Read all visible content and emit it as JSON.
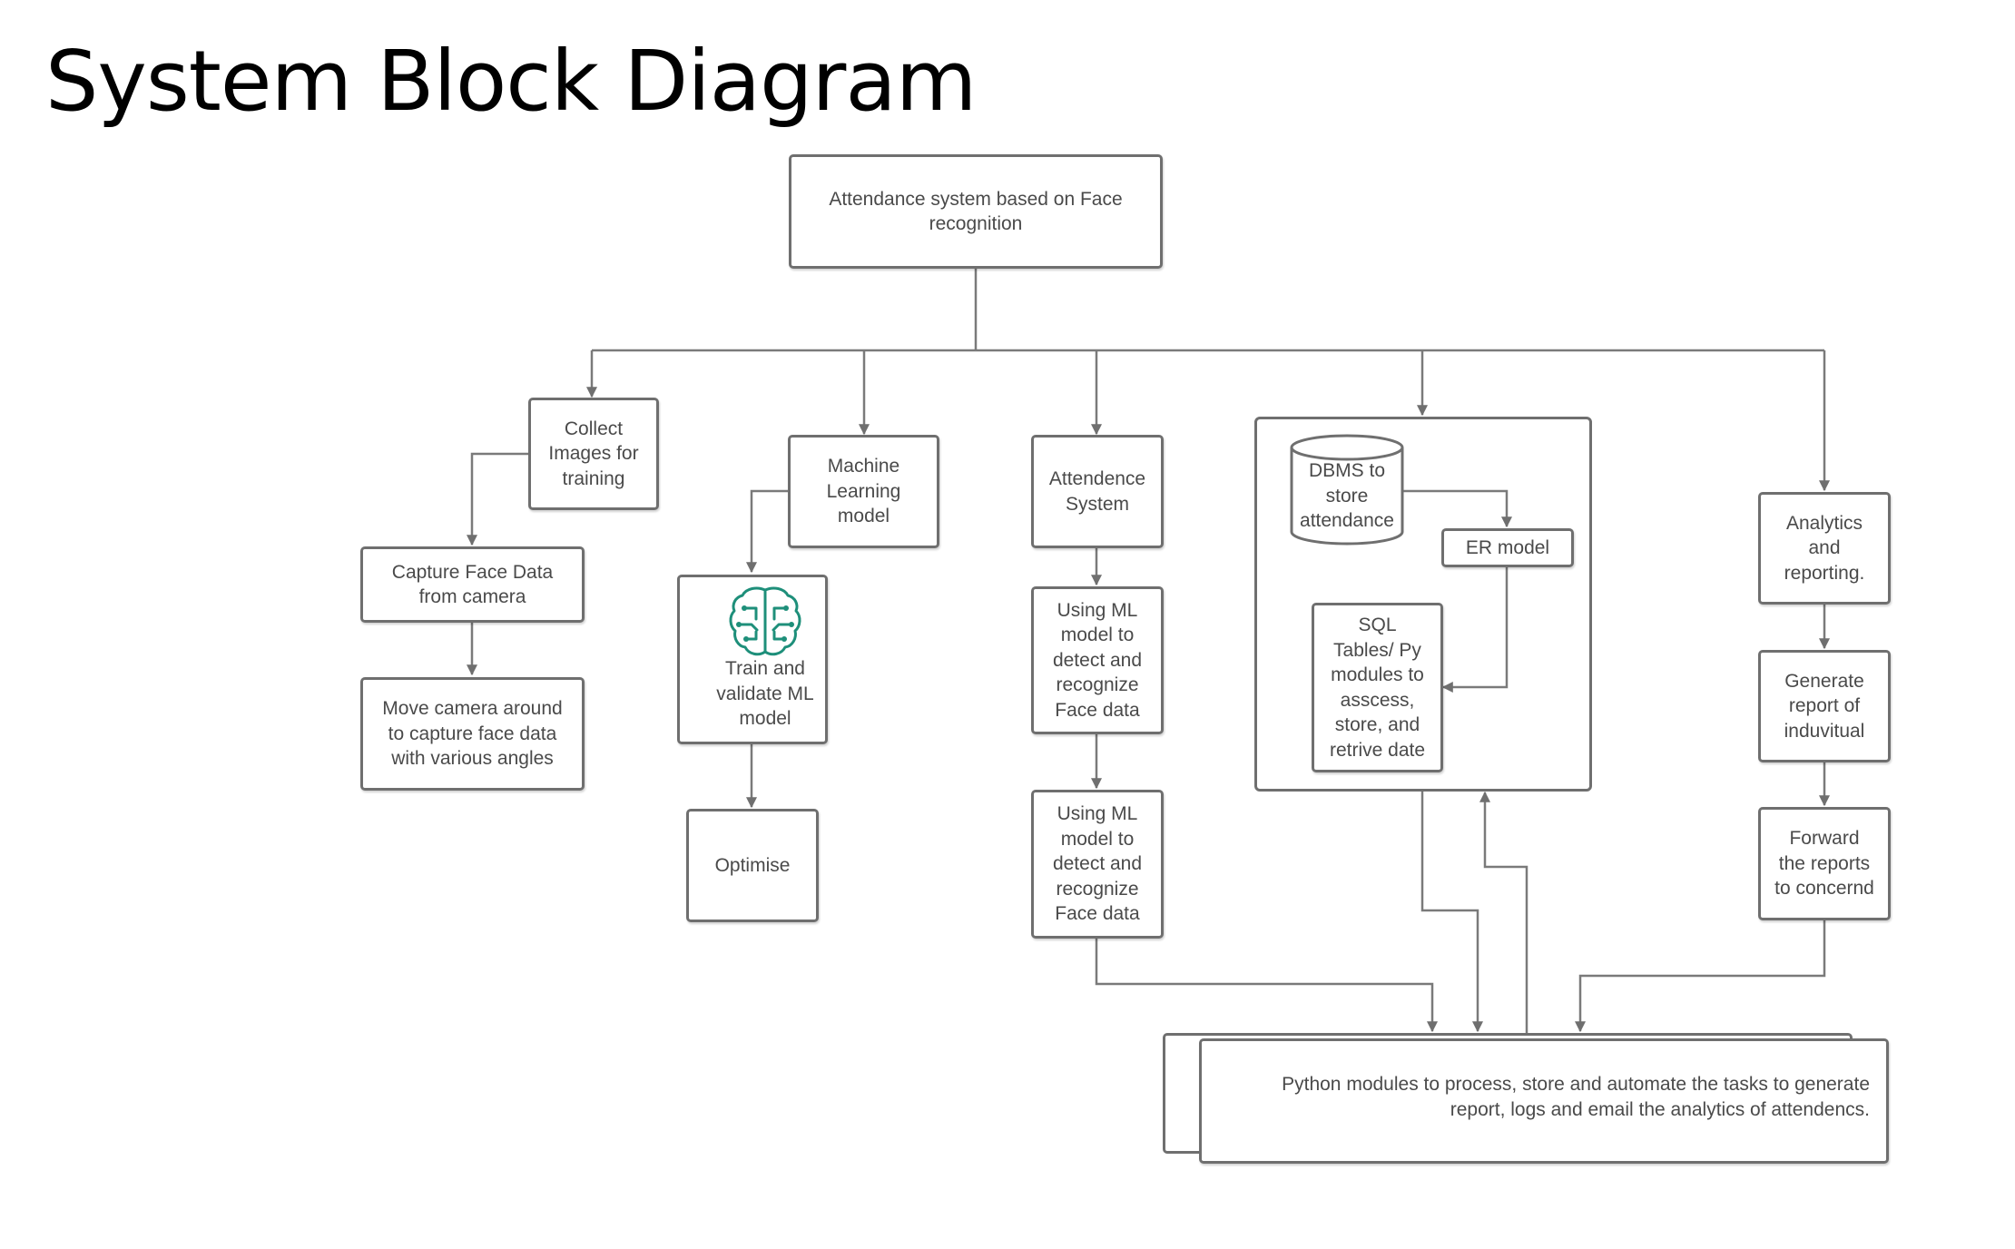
{
  "title": "System Block Diagram",
  "nodes": {
    "root": [
      "Attendance system based on Face",
      "recognition"
    ],
    "collect": [
      "Collect",
      "Images for",
      "training"
    ],
    "capture": [
      "Capture Face Data",
      "from camera"
    ],
    "move_camera": [
      "Move camera around",
      "to capture face data",
      "with various angles"
    ],
    "ml_model": [
      "Machine",
      "Learning",
      "model"
    ],
    "train": [
      "Train and",
      "validate ML",
      "model"
    ],
    "optimise": "Optimise",
    "attendence_system": [
      "Attendence",
      "System"
    ],
    "using_ml_1": [
      "Using ML",
      "model to",
      "detect and",
      "recognize",
      "Face data"
    ],
    "using_ml_2": [
      "Using ML",
      "model to",
      "detect and",
      "recognize",
      "Face data"
    ],
    "dbms": [
      "DBMS to",
      "store",
      "attendance"
    ],
    "er_model": "ER model",
    "sql": [
      "SQL",
      "Tables/ Py",
      "modules to",
      "asscess,",
      "store, and",
      "retrive date"
    ],
    "analytics": [
      "Analytics",
      "and",
      "reporting."
    ],
    "generate": [
      "Generate",
      "report of",
      "induvitual"
    ],
    "forward": [
      "Forward",
      "the reports",
      "to concernd"
    ],
    "python": [
      "Python modules to process, store and automate the  tasks to generate",
      "report, logs and email the analytics of attendencs."
    ]
  },
  "icons": {
    "train_icon": "brain-circuit-icon"
  },
  "colors": {
    "box_border": "#6f6f6f",
    "line": "#7a7a7a",
    "text": "#4a4a4a",
    "brain": "#1e8f7a"
  }
}
